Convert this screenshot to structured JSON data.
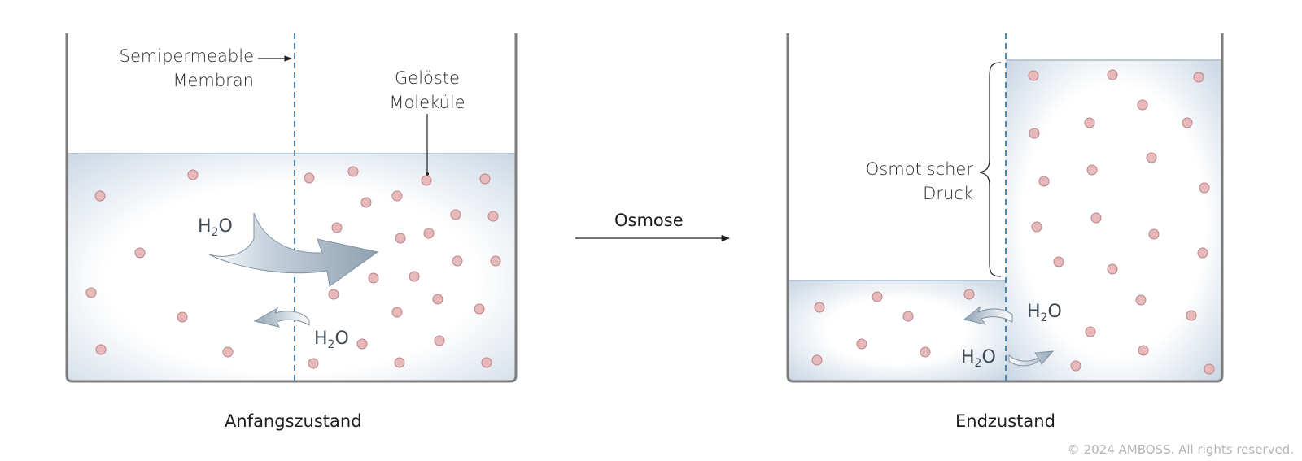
{
  "left_panel": {
    "membrane_label": [
      "Semipermeable",
      "Membran"
    ],
    "solute_label": [
      "Gelöste",
      "Moleküle"
    ],
    "water_large": {
      "main": "H",
      "sub": "2",
      "tail": "O"
    },
    "water_small": {
      "main": "H",
      "sub": "2",
      "tail": "O"
    },
    "caption": "Anfangszustand"
  },
  "process": {
    "label": "Osmose"
  },
  "right_panel": {
    "pressure_label": [
      "Osmotischer",
      "Druck"
    ],
    "water_back": {
      "main": "H",
      "sub": "2",
      "tail": "O"
    },
    "water_forward": {
      "main": "H",
      "sub": "2",
      "tail": "O"
    },
    "caption": "Endzustand"
  },
  "copyright": "© 2024 AMBOSS. All rights reserved.",
  "colors": {
    "container_wall": "#7d7d7d",
    "fluid_edge": "#c6d3e0",
    "fluid_fill": "#ffffff",
    "membrane": "#4a89b5",
    "molecule_fill": "#e7b9bb",
    "molecule_stroke": "#b98488",
    "arrow_fill": "#a8b6c3",
    "arrow_stroke": "#7f92a3"
  }
}
